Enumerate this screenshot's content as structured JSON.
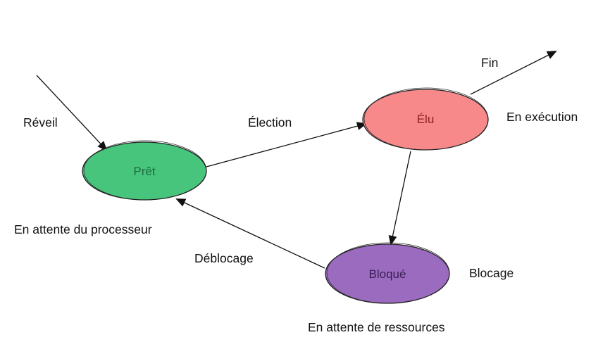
{
  "states": {
    "pret": {
      "label": "Prêt",
      "fill": "#48c57c",
      "text_color": "#1c6b3e"
    },
    "elu": {
      "label": "Élu",
      "fill": "#f7898b",
      "text_color": "#8a1f22"
    },
    "bloque": {
      "label": "Bloqué",
      "fill": "#9b6bbf",
      "text_color": "#3a1d55"
    }
  },
  "transitions": {
    "reveil": "Réveil",
    "election": "Élection",
    "fin": "Fin",
    "blocage": "Blocage",
    "deblocage": "Déblocage"
  },
  "notes": {
    "pret_note": "En attente du processeur",
    "elu_note": "En exécution",
    "bloque_note": "En attente de ressources"
  },
  "colors": {
    "edge": "#111111",
    "outline": "#222222"
  }
}
